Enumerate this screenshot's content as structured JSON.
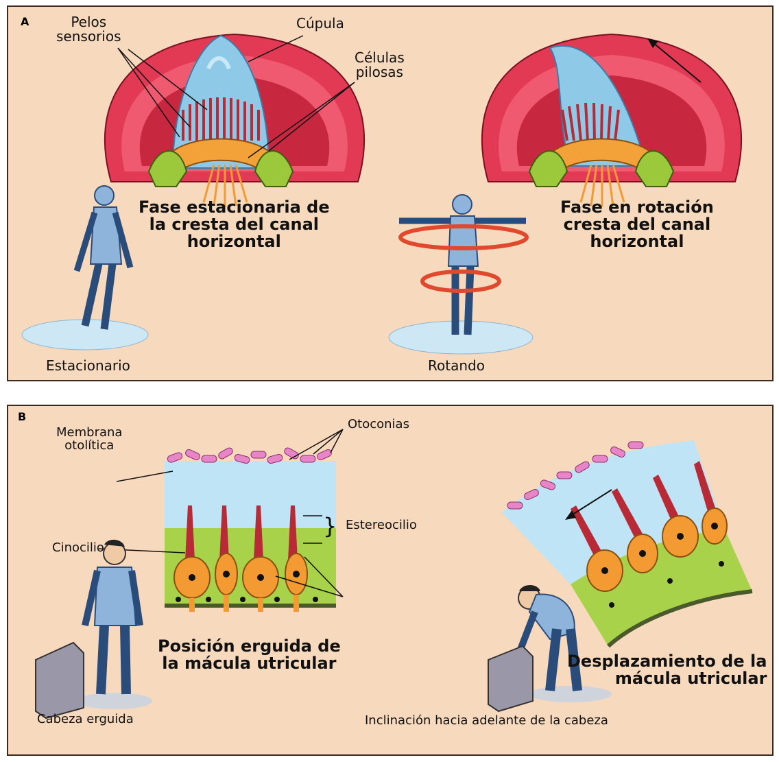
{
  "panel_a": {
    "letter": "A",
    "labels": {
      "pelos_sensorios": "Pelos\nsensorios",
      "cupula": "Cúpula",
      "celulas_pilosas": "Células\npilosas",
      "fase_estacionaria": "Fase estacionaria de\nla cresta del canal\nhorizontal",
      "fase_rotacion": "Fase en rotación\ncresta del canal\nhorizontal",
      "estacionario": "Estacionario",
      "rotando": "Rotando"
    }
  },
  "panel_b": {
    "letter": "B",
    "labels": {
      "membrana": "Membrana\notolítica",
      "otoconias": "Otoconias",
      "cinocilio": "Cinocilio",
      "estereocilio": "Estereocilio",
      "posicion": "Posición erguida de\nla mácula utricular",
      "desplazamiento": "Desplazamiento de la\nmácula utricular",
      "cabeza_erguida": "Cabeza erguida",
      "inclinacion": "Inclinación hacia adelante de la cabeza"
    }
  },
  "colors": {
    "background": "#f7d9bd",
    "crest_red": "#e23a55",
    "cupula_blue": "#8ecae8",
    "hair_red": "#b82a36",
    "support_green": "#9cc83c",
    "cell_orange": "#f39a32",
    "figure_blue": "#8eb4dc"
  }
}
